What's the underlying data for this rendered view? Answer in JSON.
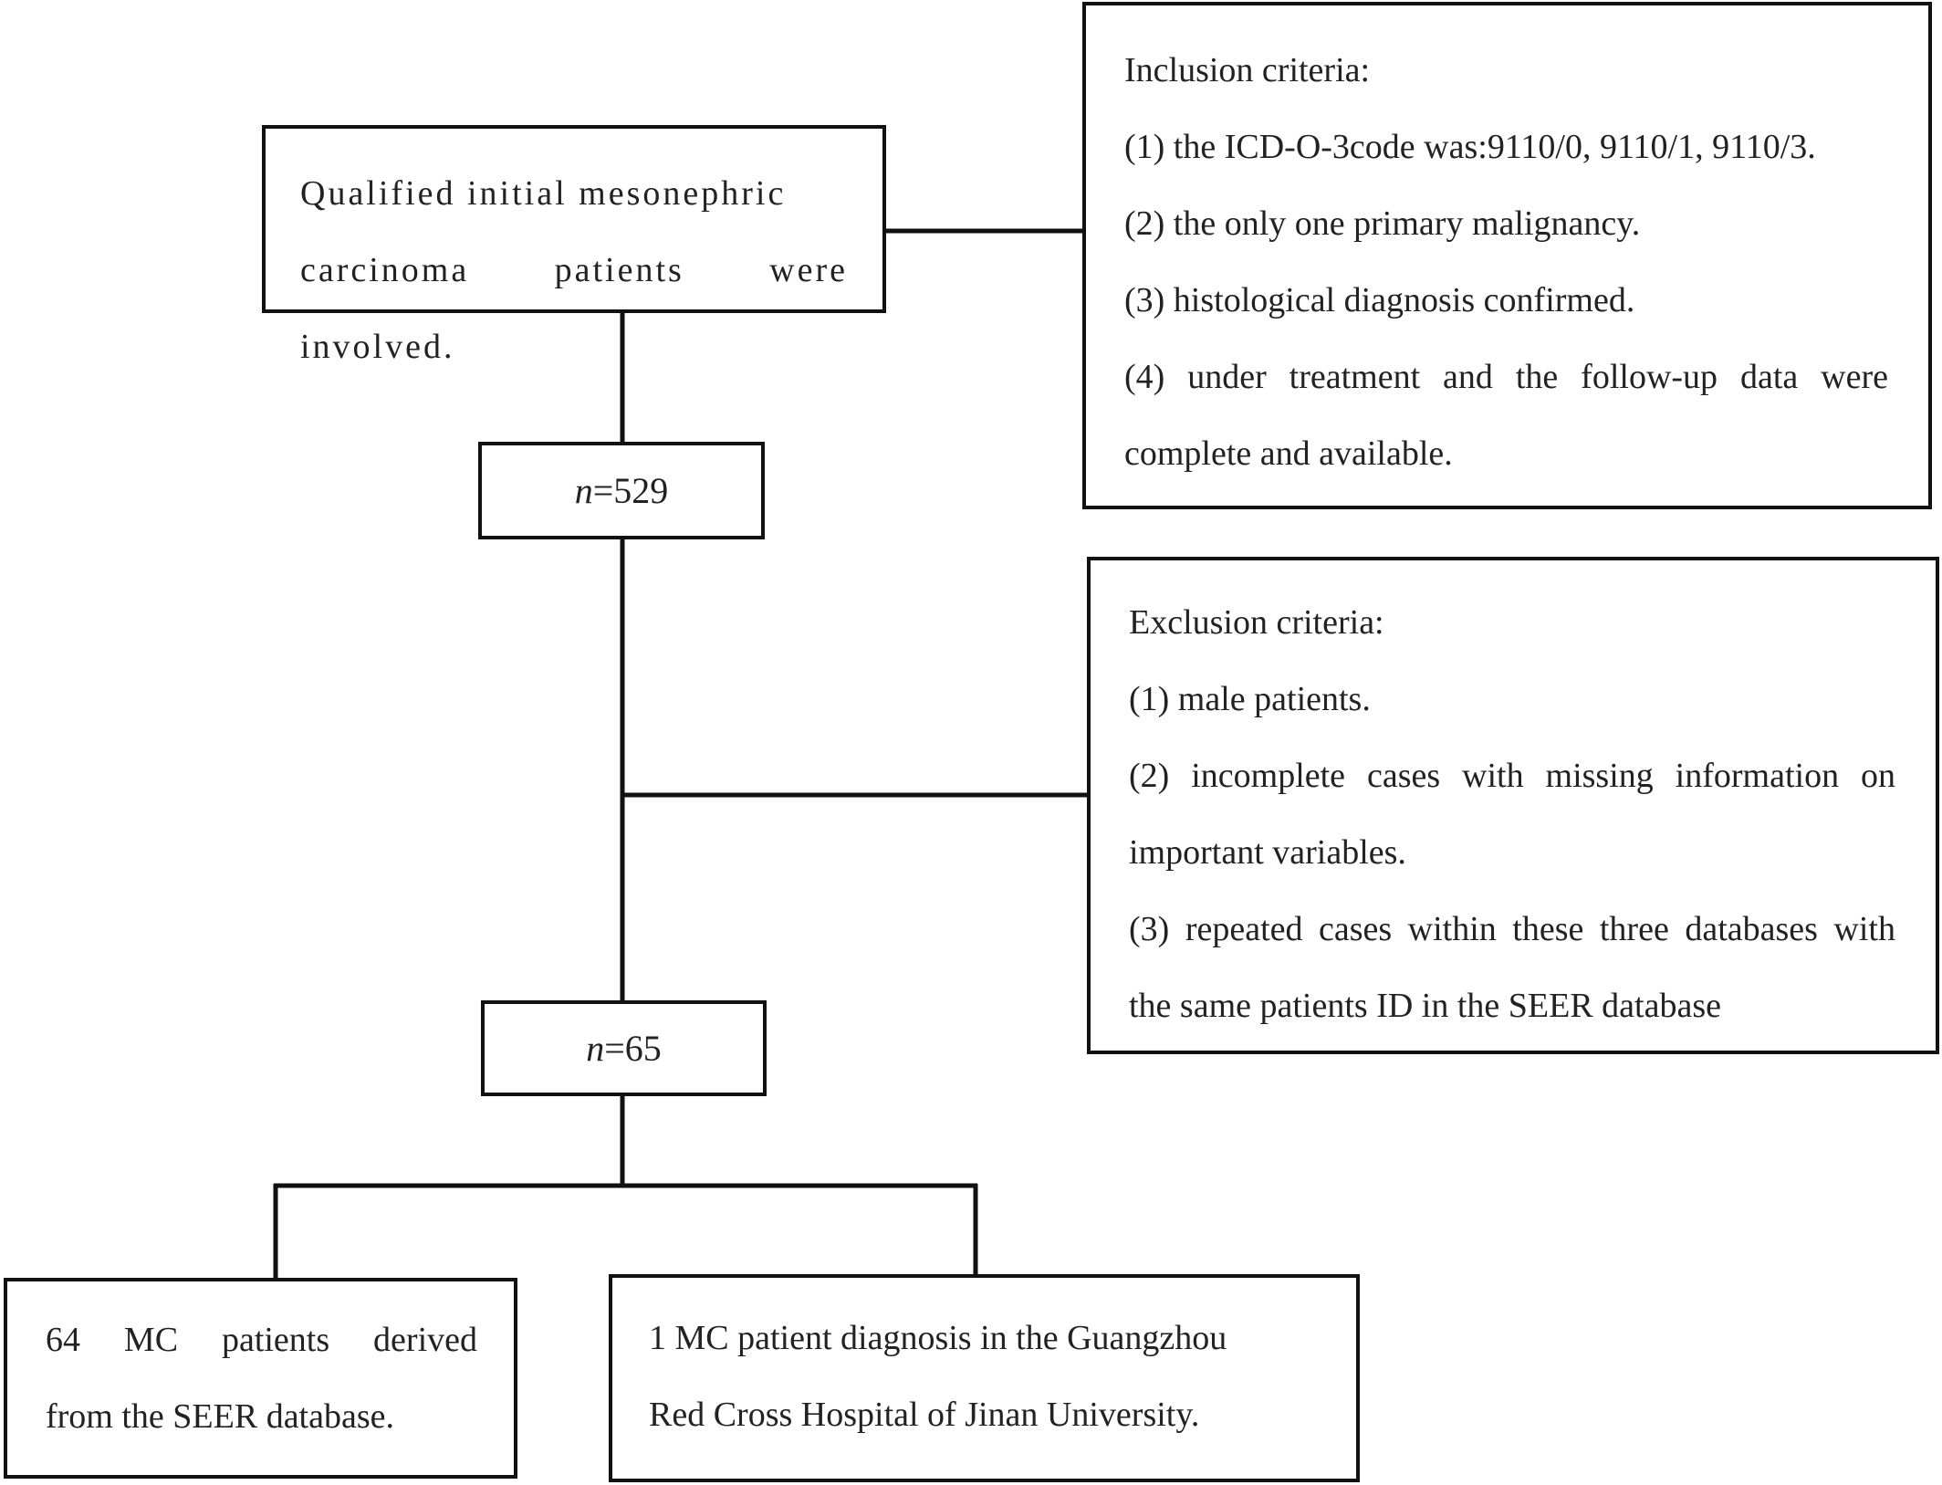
{
  "flowchart": {
    "start": {
      "lines": [
        "Qualified initial mesonephric",
        "carcinoma patients were involved."
      ]
    },
    "inclusion": {
      "lines": [
        "Inclusion criteria:",
        "(1)  the ICD-O-3code was:9110/0, 9110/1, 9110/3.",
        "(2) the only one primary malignancy.",
        "(3) histological diagnosis confirmed.",
        "(4) under treatment and the follow-up data were",
        "complete and available."
      ]
    },
    "count_1": {
      "var": "n",
      "value": "=529"
    },
    "exclusion": {
      "lines": [
        "Exclusion criteria:",
        "(1) male patients.",
        "(2) incomplete cases with missing information on",
        "important variables.",
        "(3) repeated cases within these three databases with",
        "the same patients ID in the SEER database"
      ]
    },
    "count_2": {
      "var": "n",
      "value": "=65"
    },
    "seer": {
      "lines": [
        "64 MC patients derived",
        "from the SEER database."
      ]
    },
    "hospital": {
      "lines": [
        "1 MC patient diagnosis in the Guangzhou",
        "Red Cross Hospital of Jinan University."
      ]
    }
  },
  "colors": {
    "line": "#111111",
    "text": "#222222",
    "background": "#ffffff"
  }
}
